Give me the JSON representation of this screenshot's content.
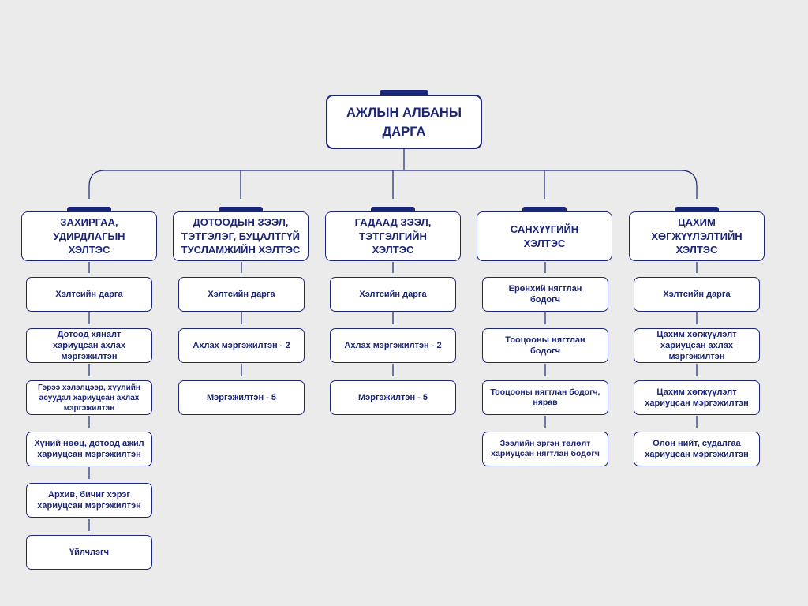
{
  "colors": {
    "background": "#ebebeb",
    "navy": "#1c2678",
    "box": "#ffffff"
  },
  "director": {
    "title": "АЖЛЫН АЛБАНЫ\nДАРГА"
  },
  "departments": [
    {
      "title": "ЗАХИРГАА,\nУДИРДЛАГЫН\nХЭЛТЭС",
      "positions": [
        "Хэлтсийн дарга",
        "Дотоод хяналт\nхариуцсан ахлах\nмэргэжилтэн",
        "Гэрээ хэлэлцээр, хуулийн\nасуудал хариуцсан ахлах\nмэргэжилтэн",
        "Хүний нөөц, дотоод ажил\nхариуцсан мэргэжилтэн",
        "Архив, бичиг хэрэг\nхариуцсан мэргэжилтэн",
        "Үйлчлэгч"
      ]
    },
    {
      "title": "ДОТООДЫН ЗЭЭЛ,\nТЭТГЭЛЭГ, БУЦАЛТГҮЙ\nТУСЛАМЖИЙН ХЭЛТЭС",
      "positions": [
        "Хэлтсийн дарга",
        "Ахлах мэргэжилтэн - 2",
        "Мэргэжилтэн - 5"
      ]
    },
    {
      "title": "ГАДААД ЗЭЭЛ,\nТЭТГЭЛГИЙН\nХЭЛТЭС",
      "positions": [
        "Хэлтсийн дарга",
        "Ахлах мэргэжилтэн - 2",
        "Мэргэжилтэн - 5"
      ]
    },
    {
      "title": "САНХҮҮГИЙН\nХЭЛТЭС",
      "positions": [
        "Ерөнхий нягтлан\nбодогч",
        "Тооцооны нягтлан\nбодогч",
        "Тооцооны нягтлан бодогч,\nнярав",
        "Зээлийн эргэн төлөлт\nхариуцсан нягтлан бодогч"
      ]
    },
    {
      "title": "ЦАХИМ\nХӨГЖҮҮЛЭЛТИЙН\nХЭЛТЭС",
      "positions": [
        "Хэлтсийн дарга",
        "Цахим хөгжүүлэлт\nхариуцсан ахлах\nмэргэжилтэн",
        "Цахим хөгжүүлэлт\nхариуцсан мэргэжилтэн",
        "Олон нийт, судалгаа\nхариуцсан мэргэжилтэн"
      ]
    }
  ]
}
